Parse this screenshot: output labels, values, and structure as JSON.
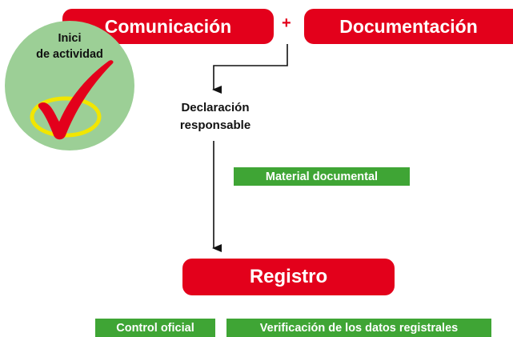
{
  "top_boxes": {
    "comunicacion": "Comunicación",
    "plus": "+",
    "documentacion": "Documentación"
  },
  "badge": {
    "line1": "Inici",
    "line2": "de actividad",
    "icon": "check-mark-icon"
  },
  "declaracion": {
    "line1": "Declaración",
    "line2": "responsable"
  },
  "material_tag": "Material documental",
  "registro": "Registro",
  "bottom_tags": {
    "control": "Control oficial",
    "verificacion": "Verificación de los datos registrales"
  },
  "colors": {
    "red": "#e3001b",
    "green": "#3fa535",
    "badge_green": "#9ccf96",
    "check_yellow": "#f2e600"
  }
}
